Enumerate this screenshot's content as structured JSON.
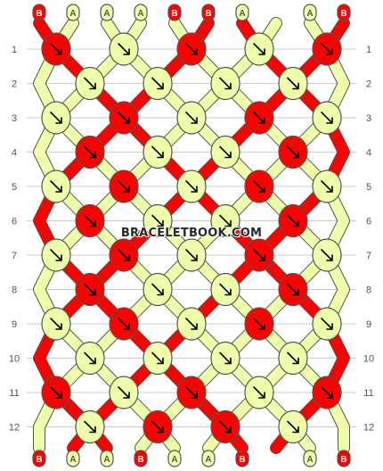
{
  "colors": {
    "A": "#eeffaa",
    "B": "#ff0000"
  },
  "start_threads": [
    "B",
    "A",
    "A",
    "A",
    "B",
    "B",
    "A",
    "A",
    "B"
  ],
  "end_threads": [
    "B",
    "A",
    "A",
    "B",
    "A",
    "A",
    "B",
    "A",
    "B"
  ],
  "row_labels": [
    "1",
    "2",
    "3",
    "4",
    "5",
    "6",
    "7",
    "8",
    "9",
    "10",
    "11",
    "12"
  ],
  "watermark": "BRACELETBOOK.COM",
  "knots": [
    [
      {
        "d": "d",
        "c": "B"
      },
      {
        "d": "d",
        "c": "A"
      },
      {
        "d": "d",
        "c": "B"
      },
      {
        "d": "d",
        "c": "A"
      },
      {
        "d": "d",
        "c": "B"
      }
    ],
    [
      {
        "d": "d",
        "c": "A"
      },
      {
        "d": "d",
        "c": "A"
      },
      {
        "d": "d",
        "c": "A"
      },
      {
        "d": "d",
        "c": "A"
      }
    ],
    [
      {
        "d": "d",
        "c": "A"
      },
      {
        "d": "d",
        "c": "B"
      },
      {
        "d": "d",
        "c": "A"
      },
      {
        "d": "d",
        "c": "B"
      },
      {
        "d": "d",
        "c": "A"
      }
    ],
    [
      {
        "d": "d",
        "c": "B"
      },
      {
        "d": "d",
        "c": "A"
      },
      {
        "d": "d",
        "c": "A"
      },
      {
        "d": "d",
        "c": "B"
      }
    ],
    [
      {
        "d": "d",
        "c": "A"
      },
      {
        "d": "d",
        "c": "B"
      },
      {
        "d": "d",
        "c": "A"
      },
      {
        "d": "d",
        "c": "B"
      },
      {
        "d": "d",
        "c": "A"
      }
    ],
    [
      {
        "d": "d",
        "c": "B"
      },
      {
        "d": "d",
        "c": "A"
      },
      {
        "d": "d",
        "c": "A"
      },
      {
        "d": "d",
        "c": "B"
      }
    ],
    [
      {
        "d": "d",
        "c": "A"
      },
      {
        "d": "d",
        "c": "B"
      },
      {
        "d": "d",
        "c": "A"
      },
      {
        "d": "d",
        "c": "B"
      },
      {
        "d": "d",
        "c": "A"
      }
    ],
    [
      {
        "d": "d",
        "c": "B"
      },
      {
        "d": "d",
        "c": "A"
      },
      {
        "d": "d",
        "c": "A"
      },
      {
        "d": "d",
        "c": "B"
      }
    ],
    [
      {
        "d": "d",
        "c": "A"
      },
      {
        "d": "d",
        "c": "B"
      },
      {
        "d": "d",
        "c": "A"
      },
      {
        "d": "d",
        "c": "B"
      },
      {
        "d": "d",
        "c": "A"
      }
    ],
    [
      {
        "d": "d",
        "c": "A"
      },
      {
        "d": "d",
        "c": "A"
      },
      {
        "d": "d",
        "c": "A"
      },
      {
        "d": "d",
        "c": "A"
      }
    ],
    [
      {
        "d": "d",
        "c": "B"
      },
      {
        "d": "d",
        "c": "A"
      },
      {
        "d": "d",
        "c": "B"
      },
      {
        "d": "d",
        "c": "A"
      },
      {
        "d": "d",
        "c": "B"
      }
    ],
    [
      {
        "d": "d",
        "c": "A"
      },
      {
        "d": "d",
        "c": "B"
      },
      {
        "d": "d",
        "c": "B"
      },
      {
        "d": "d",
        "c": "A"
      }
    ]
  ]
}
